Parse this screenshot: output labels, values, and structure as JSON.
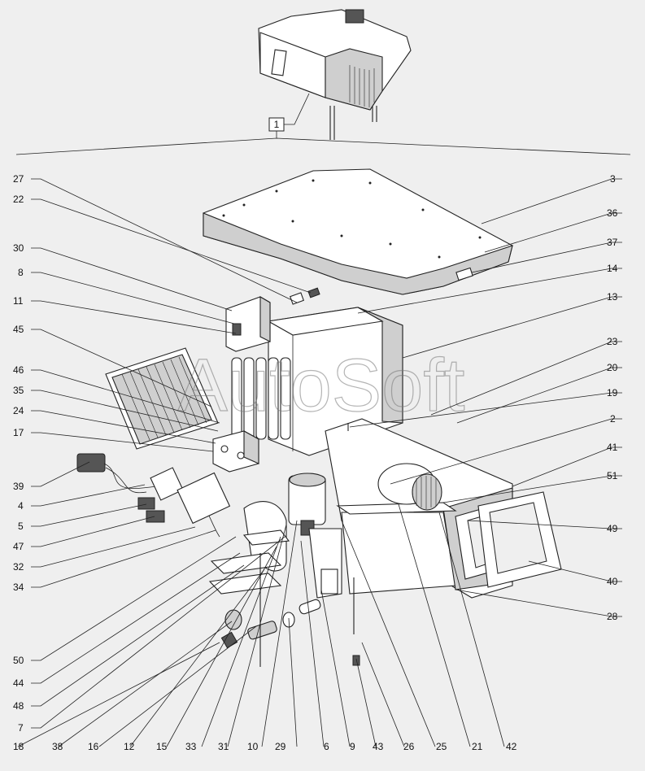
{
  "diagram": {
    "assembly_label": "1",
    "watermark": "AutoSoft",
    "callouts": [
      {
        "id": "c27",
        "text": "27"
      },
      {
        "id": "c22",
        "text": "22"
      },
      {
        "id": "c30",
        "text": "30"
      },
      {
        "id": "c8",
        "text": "8"
      },
      {
        "id": "c11",
        "text": "11"
      },
      {
        "id": "c45",
        "text": "45"
      },
      {
        "id": "c46",
        "text": "46"
      },
      {
        "id": "c35",
        "text": "35"
      },
      {
        "id": "c24",
        "text": "24"
      },
      {
        "id": "c17",
        "text": "17"
      },
      {
        "id": "c39",
        "text": "39"
      },
      {
        "id": "c4",
        "text": "4"
      },
      {
        "id": "c5",
        "text": "5"
      },
      {
        "id": "c47",
        "text": "47"
      },
      {
        "id": "c32",
        "text": "32"
      },
      {
        "id": "c34",
        "text": "34"
      },
      {
        "id": "c50",
        "text": "50"
      },
      {
        "id": "c44",
        "text": "44"
      },
      {
        "id": "c48",
        "text": "48"
      },
      {
        "id": "c7",
        "text": "7"
      },
      {
        "id": "c3",
        "text": "3"
      },
      {
        "id": "c36",
        "text": "36"
      },
      {
        "id": "c37",
        "text": "37"
      },
      {
        "id": "c14",
        "text": "14"
      },
      {
        "id": "c13",
        "text": "13"
      },
      {
        "id": "c23",
        "text": "23"
      },
      {
        "id": "c20",
        "text": "20"
      },
      {
        "id": "c19",
        "text": "19"
      },
      {
        "id": "c2",
        "text": "2"
      },
      {
        "id": "c41",
        "text": "41"
      },
      {
        "id": "c51",
        "text": "51"
      },
      {
        "id": "c49",
        "text": "49"
      },
      {
        "id": "c40",
        "text": "40"
      },
      {
        "id": "c28",
        "text": "28"
      },
      {
        "id": "c18",
        "text": "18"
      },
      {
        "id": "c38",
        "text": "38"
      },
      {
        "id": "c16",
        "text": "16"
      },
      {
        "id": "c12",
        "text": "12"
      },
      {
        "id": "c15",
        "text": "15"
      },
      {
        "id": "c33",
        "text": "33"
      },
      {
        "id": "c31",
        "text": "31"
      },
      {
        "id": "c10",
        "text": "10"
      },
      {
        "id": "c29",
        "text": "29"
      },
      {
        "id": "c6",
        "text": "6"
      },
      {
        "id": "c9",
        "text": "9"
      },
      {
        "id": "c43",
        "text": "43"
      },
      {
        "id": "c26",
        "text": "26"
      },
      {
        "id": "c25",
        "text": "25"
      },
      {
        "id": "c21",
        "text": "21"
      },
      {
        "id": "c42",
        "text": "42"
      }
    ]
  }
}
